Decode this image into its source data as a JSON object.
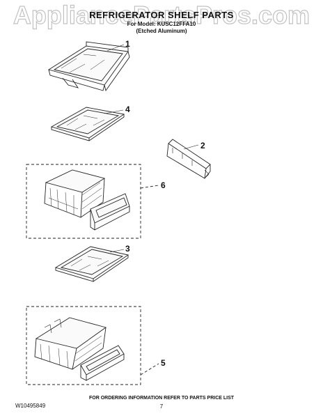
{
  "watermark": "AppliancePartsPros.com",
  "header": {
    "title": "REFRIGERATOR SHELF PARTS",
    "model_line": "For Model: KUSC12FFA10",
    "finish": "(Etched Aluminum)"
  },
  "callouts": [
    "1",
    "4",
    "2",
    "6",
    "3",
    "5"
  ],
  "footer": {
    "doc_number": "W10495849",
    "ordering_note": "FOR ORDERING INFORMATION REFER TO PARTS PRICE LIST",
    "page": "7"
  }
}
